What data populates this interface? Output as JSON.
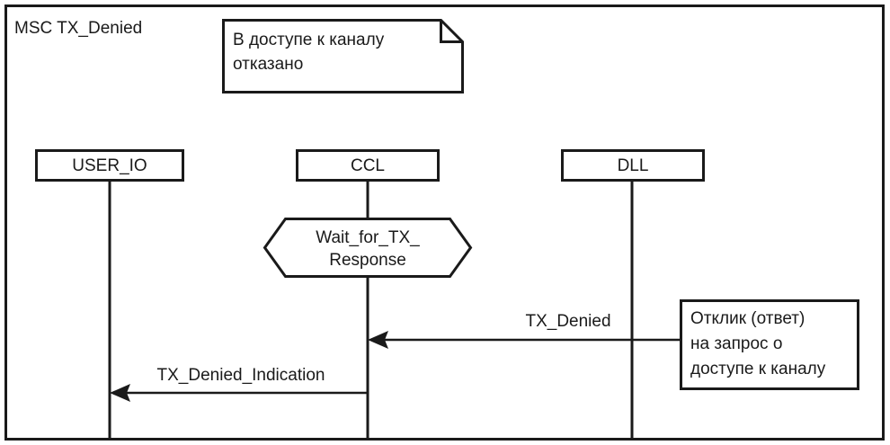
{
  "diagram": {
    "type": "message-sequence-chart",
    "title": "MSC TX_Denied",
    "frame": {
      "border_color": "#1a1a1a",
      "background": "#ffffff"
    },
    "instances": [
      {
        "id": "user_io",
        "label": "USER_IO"
      },
      {
        "id": "ccl",
        "label": "CCL"
      },
      {
        "id": "dll",
        "label": "DLL"
      }
    ],
    "conditions": [
      {
        "id": "wait-for-tx-response",
        "on": "ccl",
        "line1": "Wait_for_TX_",
        "line2": "Response"
      }
    ],
    "messages": [
      {
        "id": "tx-denied",
        "label": "TX_Denied",
        "from": "dll",
        "to": "ccl",
        "direction": "right-to-left"
      },
      {
        "id": "tx-denied-indication",
        "label": "TX_Denied_Indication",
        "from": "ccl",
        "to": "user_io",
        "direction": "right-to-left"
      }
    ],
    "notes": [
      {
        "id": "note-access-denied",
        "style": "folded-corner",
        "lines": [
          "В доступе к каналу",
          "отказано"
        ]
      },
      {
        "id": "note-response-to-request",
        "style": "rectangle",
        "lines": [
          "Отклик (ответ)",
          "на запрос о",
          "доступе к каналу"
        ]
      }
    ]
  }
}
